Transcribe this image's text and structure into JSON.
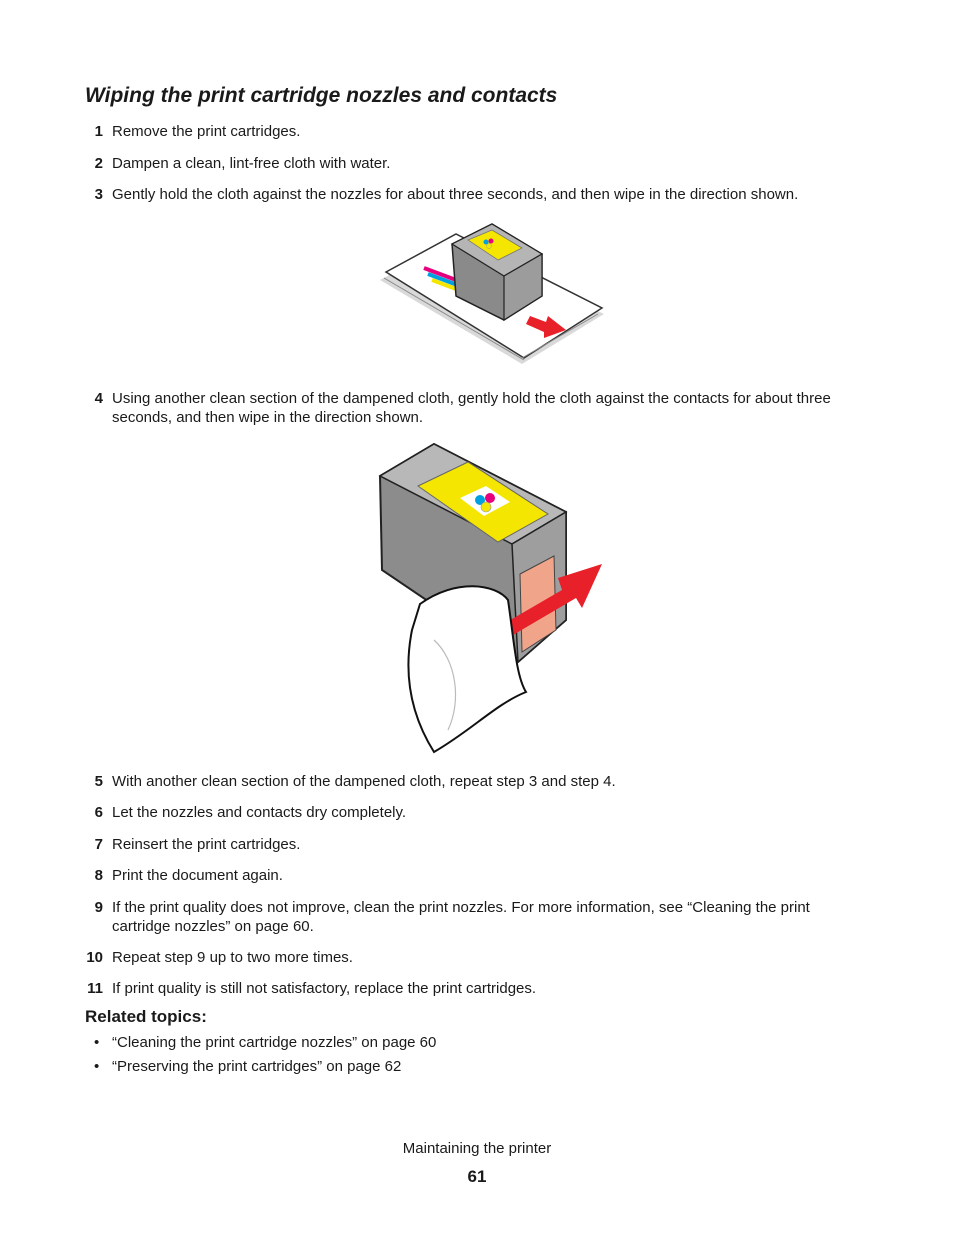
{
  "page": {
    "title": "Wiping the print cartridge nozzles and contacts",
    "steps": [
      {
        "num": "1",
        "text": "Remove the print cartridges."
      },
      {
        "num": "2",
        "text": "Dampen a clean, lint-free cloth with water."
      },
      {
        "num": "3",
        "text": "Gently hold the cloth against the nozzles for about three seconds, and then wipe in the direction shown."
      },
      {
        "num": "4",
        "text": "Using another clean section of the dampened cloth, gently hold the cloth against the contacts for about three seconds, and then wipe in the direction shown."
      },
      {
        "num": "5",
        "text": "With another clean section of the dampened cloth, repeat step 3 and step 4."
      },
      {
        "num": "6",
        "text": "Let the nozzles and contacts dry completely."
      },
      {
        "num": "7",
        "text": "Reinsert the print cartridges."
      },
      {
        "num": "8",
        "text": "Print the document again."
      },
      {
        "num": "9",
        "text": "If the print quality does not improve, clean the print nozzles. For more information, see “Cleaning the print cartridge nozzles” on page 60."
      },
      {
        "num": "10",
        "text": "Repeat step 9 up to two more times."
      },
      {
        "num": "11",
        "text": "If print quality is still not satisfactory, replace the print cartridges."
      }
    ],
    "related_heading": "Related topics:",
    "related": [
      "“Cleaning the print cartridge nozzles” on page 60",
      "“Preserving the print cartridges” on page 62"
    ],
    "bullet_glyph": "•",
    "footer_text": "Maintaining the printer",
    "page_number": "61"
  },
  "colors": {
    "arrow": "#e8202a",
    "label_yellow": "#f4e600",
    "cartridge_gray": "#8a8a8a",
    "contacts": "#f0a58a"
  }
}
